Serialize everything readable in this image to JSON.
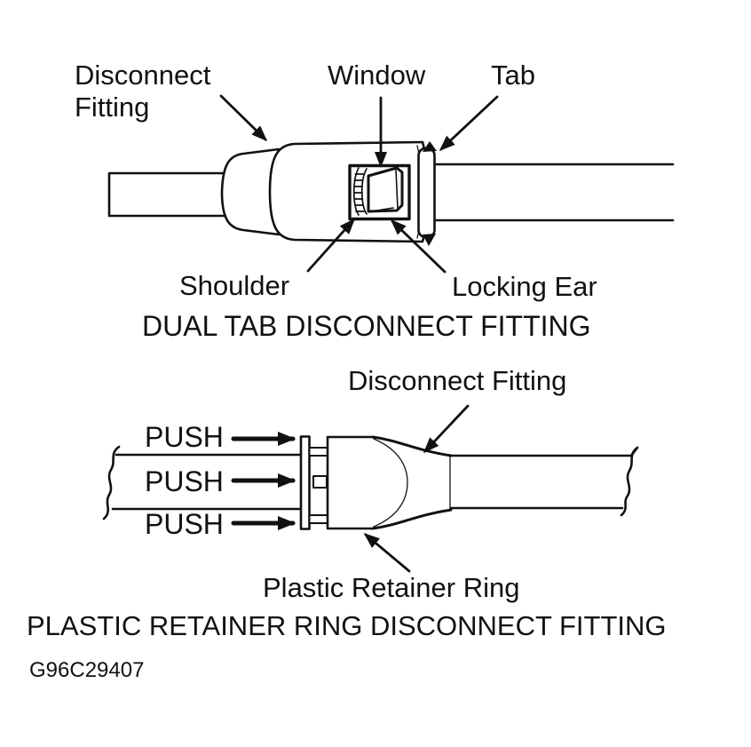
{
  "page": {
    "background": "#ffffff",
    "ink": "#111111"
  },
  "top_figure": {
    "title": "DUAL TAB DISCONNECT FITTING",
    "labels": {
      "disconnect_fitting": "Disconnect Fitting",
      "window": "Window",
      "tab": "Tab",
      "shoulder": "Shoulder",
      "locking_ear": "Locking Ear"
    }
  },
  "bottom_figure": {
    "title": "PLASTIC RETAINER RING DISCONNECT FITTING",
    "labels": {
      "disconnect_fitting": "Disconnect Fitting",
      "plastic_retainer_ring": "Plastic Retainer Ring",
      "push": [
        "PUSH",
        "PUSH",
        "PUSH"
      ]
    }
  },
  "figure_code": "G96C29407"
}
